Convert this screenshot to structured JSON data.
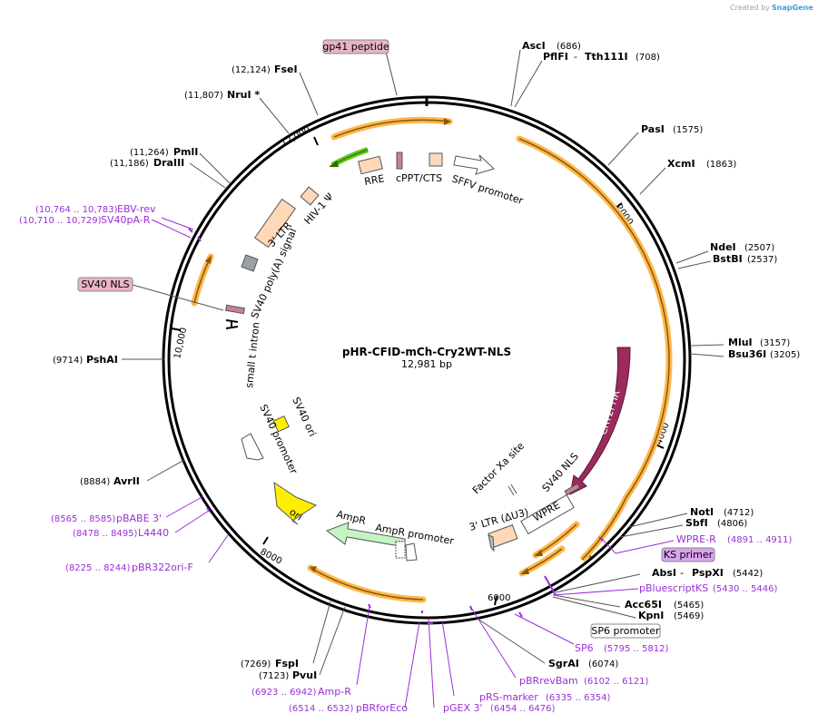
{
  "credit": {
    "prefix": "Created by",
    "brand": "SnapGene"
  },
  "plasmid": {
    "name": "pHR-CFID-mCh-Cry2WT-NLS",
    "length": "12,981 bp"
  },
  "ticks": [
    "2000",
    "4000",
    "6000",
    "8000",
    "10,000",
    "12,000"
  ],
  "sites": [
    {
      "name": "AscI",
      "pos": "(686)"
    },
    {
      "name": "PflFI",
      "sep": " - ",
      "name2": "Tth111I",
      "pos": "(708)"
    },
    {
      "name": "PasI",
      "pos": "(1575)"
    },
    {
      "name": "XcmI",
      "pos": "(1863)"
    },
    {
      "name": "NdeI",
      "pos": "(2507)"
    },
    {
      "name": "BstBI",
      "pos": "(2537)"
    },
    {
      "name": "MluI",
      "pos": "(3157)"
    },
    {
      "name": "Bsu36I",
      "pos": "(3205)"
    },
    {
      "name": "NotI",
      "pos": "(4712)"
    },
    {
      "name": "SbfI",
      "pos": "(4806)"
    },
    {
      "name": "AbsI",
      "sep": " - ",
      "name2": "PspXI",
      "pos": "(5442)"
    },
    {
      "name": "Acc65I",
      "pos": "(5465)"
    },
    {
      "name": "KpnI",
      "pos": "(5469)"
    },
    {
      "name": "SgrAI",
      "pos": "(6074)"
    },
    {
      "name": "FspI",
      "pos": "(7269)"
    },
    {
      "name": "PvuI",
      "pos": "(7123)"
    },
    {
      "name": "AvrII",
      "pos": "(8884)"
    },
    {
      "name": "PshAI",
      "pos": "(9714)"
    },
    {
      "name": "PmlI",
      "pos": "(11,264)"
    },
    {
      "name": "DraIII",
      "pos": "(11,186)"
    },
    {
      "name": "NruI *",
      "pos": "(11,807)"
    },
    {
      "name": "FseI",
      "pos": "(12,124)"
    }
  ],
  "primers": [
    {
      "name": "WPRE-R",
      "pos": "(4891 .. 4911)"
    },
    {
      "name": "pBluescriptKS",
      "pos": "(5430 .. 5446)"
    },
    {
      "name": "SP6",
      "pos": "(5795 .. 5812)"
    },
    {
      "name": "pBRrevBam",
      "pos": "(6102 .. 6121)"
    },
    {
      "name": "pRS-marker",
      "pos": "(6335 .. 6354)"
    },
    {
      "name": "pGEX 3'",
      "pos": "(6454 .. 6476)"
    },
    {
      "name": "pBRforEco",
      "pos": "(6514 .. 6532)"
    },
    {
      "name": "Amp-R",
      "pos": "(6923 .. 6942)"
    },
    {
      "name": "pBR322ori-F",
      "pos": "(8225 .. 8244)"
    },
    {
      "name": "L4440",
      "pos": "(8478 .. 8495)"
    },
    {
      "name": "pBABE 3'",
      "pos": "(8565 .. 8585)"
    },
    {
      "name": "SV40pA-R",
      "pos": "(10,710 .. 10,729)"
    },
    {
      "name": "EBV-rev",
      "pos": "(10,764 .. 10,783)"
    }
  ],
  "boxed": {
    "gp41": "gp41 peptide",
    "sv40nls": "SV40 NLS",
    "ks_primer": "KS primer",
    "sp6_promoter": "SP6 promoter"
  },
  "features": {
    "rre": "RRE",
    "cppt": "cPPT/CTS",
    "sffv": "SFFV promoter",
    "hiv": "HIV-1 Ψ",
    "ltr3": "3' LTR",
    "sv40pa": "SV40 poly(A) signal",
    "small_t": "small t intron",
    "sv40ori": "SV40 ori",
    "sv40prom": "SV40 promoter",
    "ori": "ori",
    "ampr": "AmpR",
    "ampr_prom": "AmpR promoter",
    "ltr_du3": "3' LTR (ΔU3)",
    "wpre": "WPRE",
    "factor_xa": "Factor Xa site",
    "sv40nls_inner": "SV40 NLS",
    "cry2phr": "CRY2PHR"
  },
  "colors": {
    "backbone": "#000000",
    "orf": "#ffb74d",
    "orf_arrow": "#8a5a00",
    "cry2": "#9c2a5e",
    "primer": "#9a2fd6",
    "box_pink": "#e8b4c8",
    "box_purple": "#d9a3ee",
    "ori": "#ffee00",
    "ampr": "#c6f3c4",
    "misc": "#ffd8b8",
    "green_arrow": "#5fc31a"
  }
}
